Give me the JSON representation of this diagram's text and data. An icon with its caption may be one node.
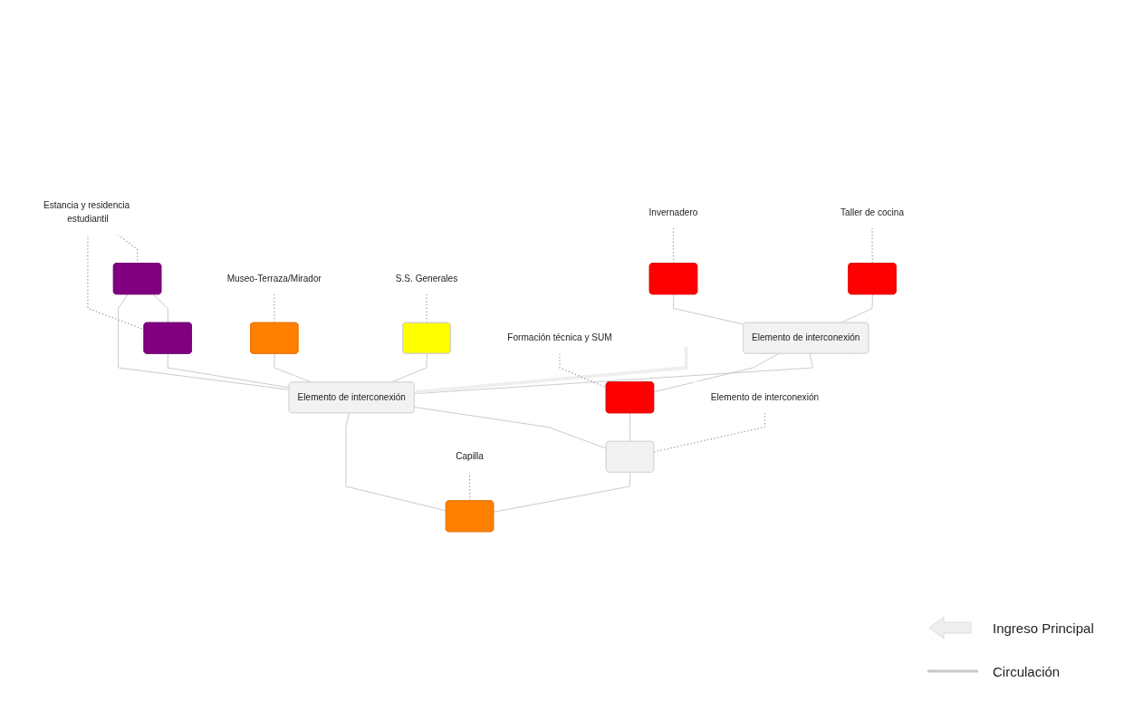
{
  "diagram": {
    "nodes": [
      {
        "text": [
          "Taller de cocina"
        ]
      },
      {
        "text": [],
        "shape": "box"
      },
      {
        "text": [
          "Invernadero"
        ]
      },
      {
        "text": [],
        "shape": "box"
      },
      {
        "text": [
          "Museo-Terraza/Mirador"
        ]
      },
      {
        "text": [],
        "shape": "box"
      },
      {
        "text": [
          "S.S. Generales"
        ]
      },
      {
        "text": [],
        "shape": "box"
      },
      {
        "text": [
          "Estancia y residencia estudiantil"
        ]
      },
      {
        "text": [],
        "shape": "box"
      },
      {
        "text": [],
        "shape": "box"
      },
      {
        "text": [
          "Elemento de interconexión"
        ]
      },
      {
        "text": [
          "Elemento de interconexión"
        ]
      },
      {
        "text": [],
        "shape": "box"
      },
      {
        "text": [],
        "shape": "box"
      },
      {
        "text": [],
        "shape": "box"
      },
      {
        "text": [
          "Formación técnica y SUM"
        ]
      },
      {
        "text": [
          "Elemento de interconexión"
        ]
      },
      {
        "text": [
          "Capilla"
        ]
      }
    ],
    "edges": [
      {
        "from": 0,
        "to": 1,
        "arrow": "none",
        "style": "dashed",
        "color": "#999999"
      },
      {
        "from": 2,
        "to": 3,
        "arrow": "none",
        "style": "dashed",
        "color": "#999999"
      },
      {
        "from": 4,
        "to": 5,
        "arrow": "none",
        "style": "dashed",
        "color": "#999999"
      },
      {
        "from": 6,
        "to": 7,
        "arrow": "none",
        "style": "dashed",
        "color": "#999999"
      },
      {
        "from": 8,
        "to": 9,
        "arrow": "none",
        "style": "dashed",
        "color": "#999999"
      },
      {
        "from": 8,
        "to": 10,
        "arrow": "none",
        "style": "dashed",
        "color": "#999999"
      },
      {
        "from": 9,
        "to": 10,
        "arrow": "none"
      },
      {
        "from": 1,
        "to": 11,
        "arrow": "none"
      },
      {
        "from": 3,
        "to": 11,
        "arrow": "none"
      },
      {
        "from": 11,
        "to": 12,
        "arrow": "none"
      },
      {
        "from": 5,
        "to": 12,
        "arrow": "none"
      },
      {
        "from": 7,
        "to": 12,
        "arrow": "none"
      },
      {
        "from": 9,
        "to": 12,
        "arrow": "none"
      },
      {
        "from": 10,
        "to": 12,
        "arrow": "none"
      },
      {
        "from": null,
        "to": 12,
        "arrow": "to",
        "style": "thick",
        "color": "#eeeeee"
      },
      {
        "from": 11,
        "to": 13,
        "arrow": "none"
      },
      {
        "from": 12,
        "to": 14,
        "arrow": "none"
      },
      {
        "from": 12,
        "to": 15,
        "arrow": "none"
      },
      {
        "from": 13,
        "to": 14,
        "arrow": "none"
      },
      {
        "from": 14,
        "to": 15,
        "arrow": "none"
      },
      {
        "from": 16,
        "to": 13,
        "arrow": "none",
        "style": "dashed",
        "color": "#999999"
      },
      {
        "from": 17,
        "to": 14,
        "arrow": "none",
        "style": "dashed",
        "color": "#999999"
      },
      {
        "from": 18,
        "to": 15,
        "arrow": "none",
        "style": "dashed",
        "color": "#999999"
      }
    ],
    "legend": [
      {
        "text": "Ingreso Principal"
      },
      {
        "text": "Circulación"
      }
    ]
  }
}
